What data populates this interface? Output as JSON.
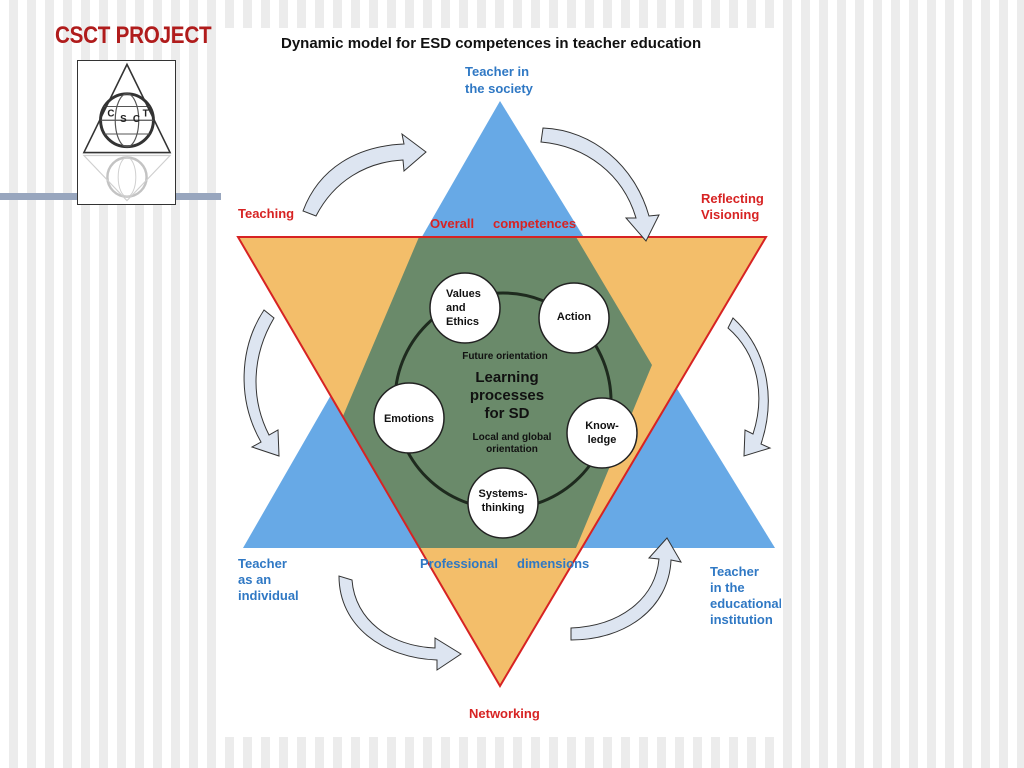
{
  "header": {
    "title": "CSCT PROJECT"
  },
  "logo": {
    "letters": [
      "C",
      "S",
      "C",
      "T"
    ]
  },
  "diagram": {
    "title": "Dynamic model for ESD competences in teacher education",
    "corners": {
      "top": [
        "Teacher in",
        "the society"
      ],
      "bottom_left": [
        "Teacher",
        "as an",
        "individual"
      ],
      "bottom_right": [
        "Teacher",
        "in the",
        "educational",
        "institution"
      ]
    },
    "actions": {
      "teaching": "Teaching",
      "reflecting": [
        "Reflecting",
        "Visioning"
      ],
      "networking": "Networking"
    },
    "overall": [
      "Overall",
      "competences"
    ],
    "professional": [
      "Professional",
      "dimensions"
    ],
    "center": {
      "title": [
        "Learning",
        "processes",
        "for SD"
      ],
      "future": "Future orientation",
      "local": [
        "Local and global",
        "orientation"
      ]
    },
    "nodes": {
      "values": [
        "Values",
        "and",
        "Ethics"
      ],
      "action": "Action",
      "emotions": "Emotions",
      "knowledge": [
        "Know-",
        "ledge"
      ],
      "systems": [
        "Systems-",
        "thinking"
      ]
    },
    "colors": {
      "blue_triangle": "#67a9e6",
      "orange_triangle": "#f3be6a",
      "overlap": "#6a8a6a",
      "red_line": "#d72323",
      "blue_text": "#2f78c4",
      "title_red": "#b01c1c"
    }
  }
}
